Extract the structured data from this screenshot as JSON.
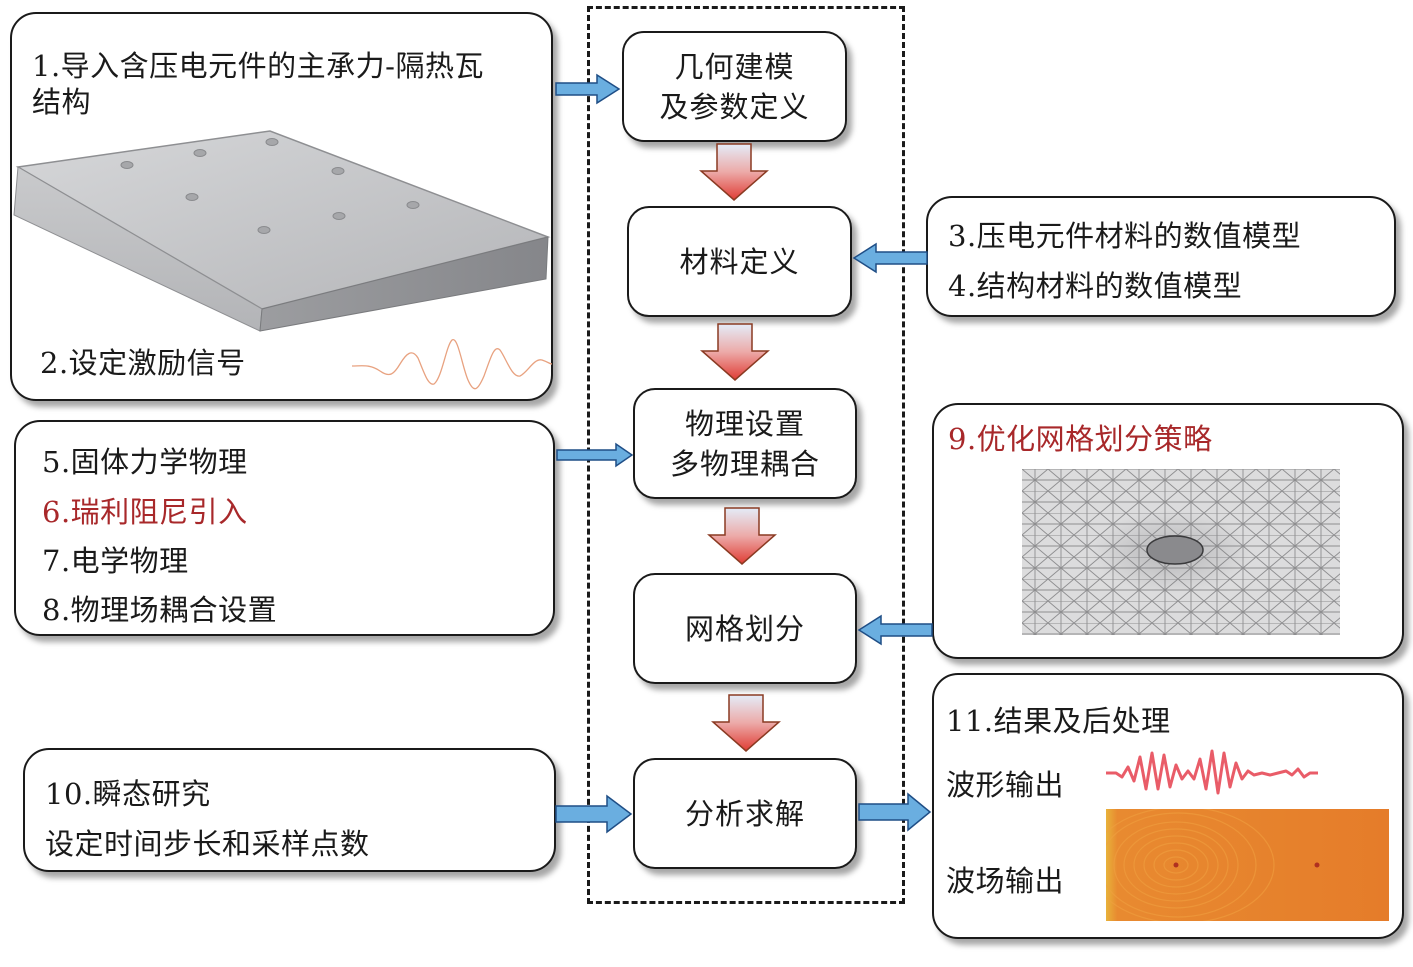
{
  "colors": {
    "flow_arrow_top": "#e4ecf8",
    "flow_arrow_bottom": "#e03c34",
    "flow_arrow_stroke": "#8a3a22",
    "side_arrow_fill": "#6aaee0",
    "side_arrow_stroke": "#1f4e86",
    "highlight_text": "#a8282a",
    "wavefield_orange": "#e57c2a",
    "waveform_red": "#e5404e",
    "excitation_signal": "#e8a280"
  },
  "flow": {
    "step1": {
      "line1": "几何建模",
      "line2": "及参数定义"
    },
    "step2": {
      "label": "材料定义"
    },
    "step3": {
      "line1": "物理设置",
      "line2": "多物理耦合"
    },
    "step4": {
      "label": "网格划分"
    },
    "step5": {
      "label": "分析求解"
    }
  },
  "panels": {
    "import": {
      "title_line1": "1.导入含压电元件的主承力-隔热瓦",
      "title_line2": "结构",
      "signal_label": "2.设定激励信号",
      "plate_image": "plate-with-piezo-elements"
    },
    "materials": {
      "item3": "3.压电元件材料的数值模型",
      "item4": "4.结构材料的数值模型"
    },
    "physics": {
      "item5": "5.固体力学物理",
      "item6": "6.瑞利阻尼引入",
      "item7": "7.电学物理",
      "item8": "8.物理场耦合设置"
    },
    "mesh": {
      "title": "9.优化网格划分策略",
      "mesh_image": "refined-mesh-around-piezo"
    },
    "study": {
      "line1": "10.瞬态研究",
      "line2": "设定时间步长和采样点数"
    },
    "results": {
      "title": "11.结果及后处理",
      "waveform_label": "波形输出",
      "wavefield_label": "波场输出"
    }
  }
}
